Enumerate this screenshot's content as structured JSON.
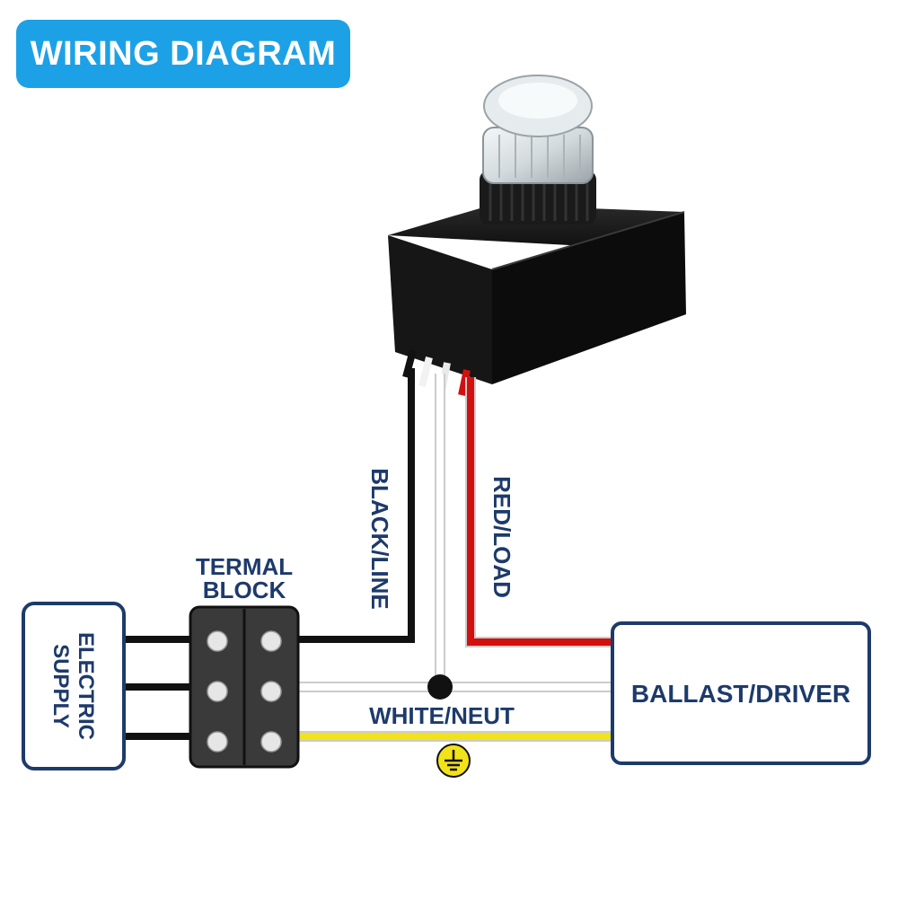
{
  "title": "WIRING DIAGRAM",
  "labels": {
    "electric_supply_line1": "ELECTRIC",
    "electric_supply_line2": "SUPPLY",
    "terminal_block_line1": "TERMAL",
    "terminal_block_line2": "BLOCK",
    "black_line": "BLACK/LINE",
    "red_load": "RED/LOAD",
    "white_neut": "WHITE/NEUT",
    "ballast_driver": "BALLAST/DRIVER"
  },
  "colors": {
    "title_badge": "#1da1e6",
    "label_text": "#1d3a6b",
    "box_border": "#1d3a6b",
    "wire_black": "#111111",
    "wire_white": "#ffffff",
    "wire_red": "#d21010",
    "wire_yellow": "#f2e21a",
    "ground_symbol": "#f2e21a"
  },
  "icons": {
    "ground": "ground-symbol-icon",
    "sensor": "photocell-sensor-icon"
  }
}
